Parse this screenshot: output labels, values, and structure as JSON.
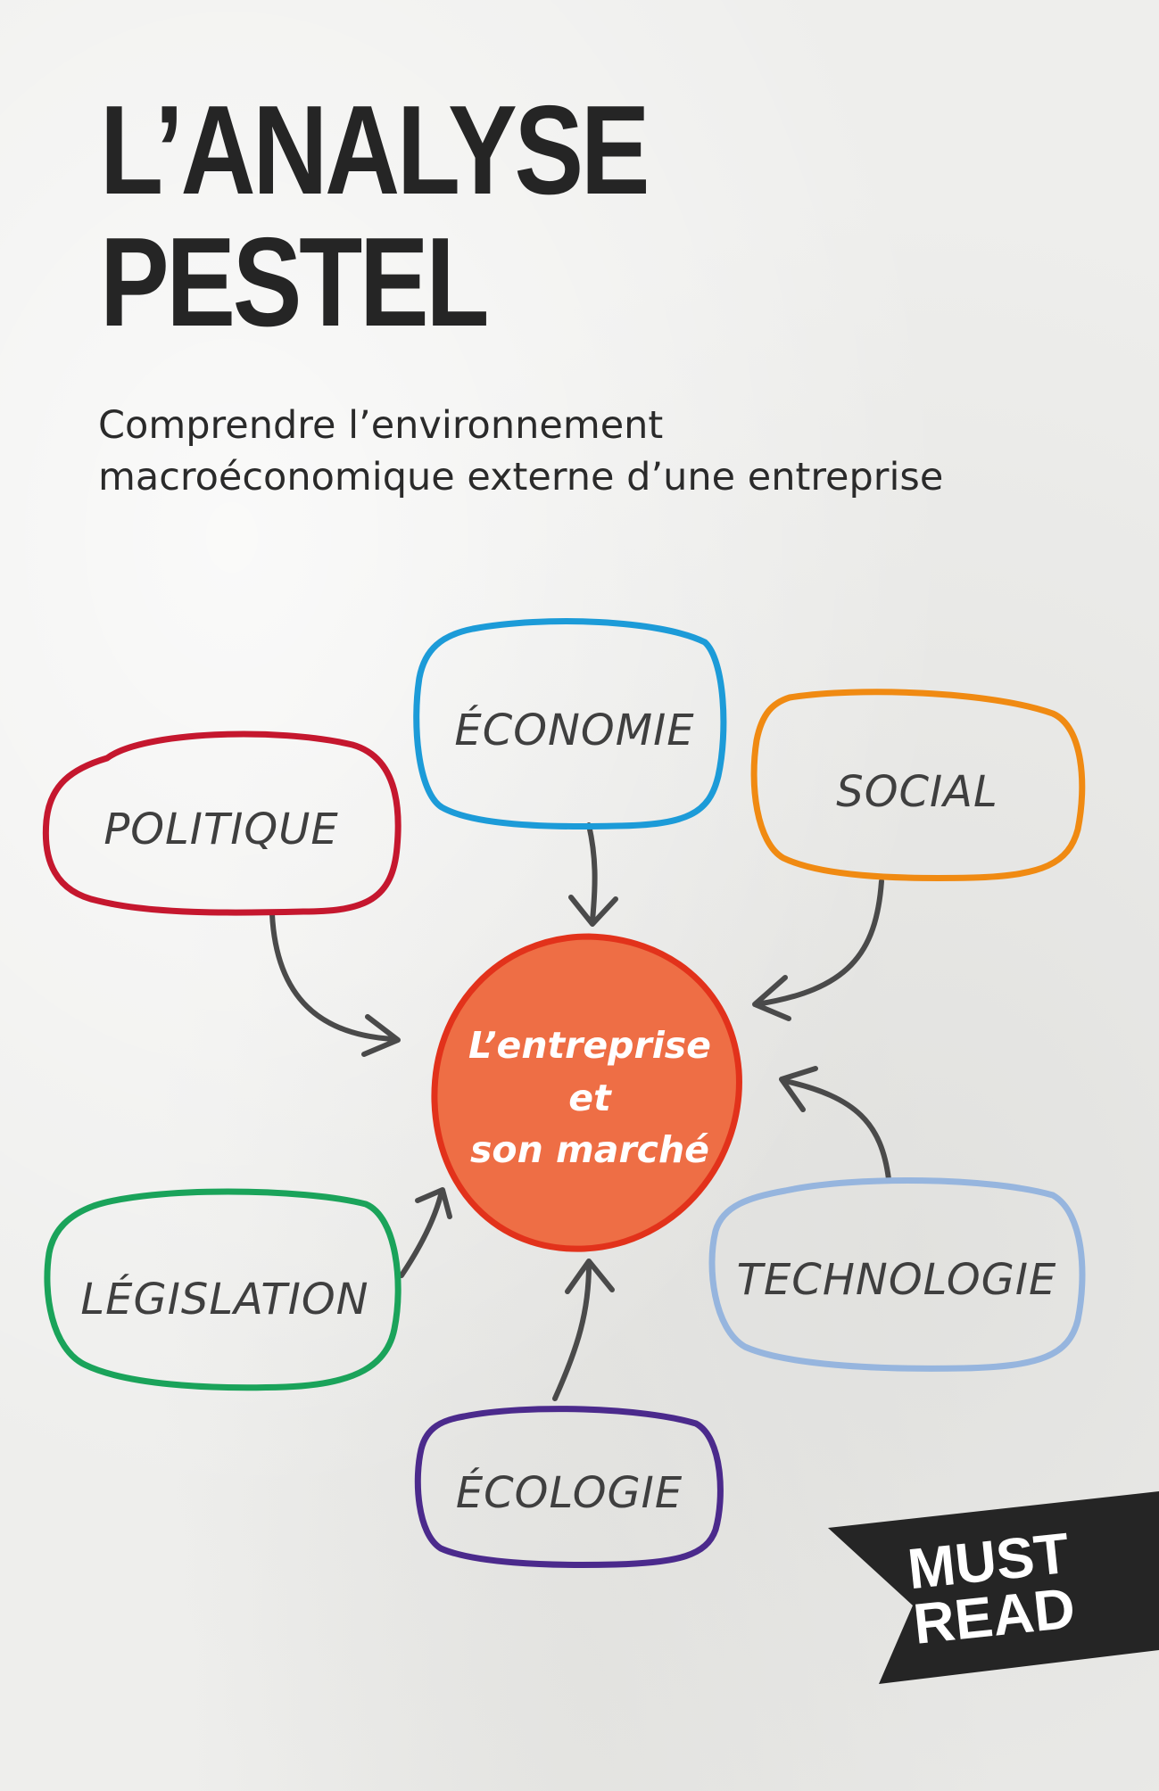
{
  "title": {
    "line1": "L’ANALYSE",
    "line2": "PESTEL"
  },
  "subtitle": {
    "line1": "Comprendre l’environnement",
    "line2": "macroéconomique externe d’une entreprise"
  },
  "diagram": {
    "center": {
      "line1": "L’entreprise",
      "line2": "et",
      "line3": "son marché",
      "color": "#ee6e45",
      "border": "#e2321b"
    },
    "nodes": [
      {
        "id": "politique",
        "label": "POLITIQUE",
        "color": "#c5172e"
      },
      {
        "id": "economie",
        "label": "ÉCONOMIE",
        "color": "#1c9bd8"
      },
      {
        "id": "social",
        "label": "SOCIAL",
        "color": "#f08a12"
      },
      {
        "id": "technologie",
        "label": "TECHNOLOGIE",
        "color": "#96b5de"
      },
      {
        "id": "ecologie",
        "label": "ÉCOLOGIE",
        "color": "#4b2a8c"
      },
      {
        "id": "legislation",
        "label": "LÉGISLATION",
        "color": "#1aa35a"
      }
    ],
    "arrow_color": "#4a4a4a"
  },
  "badge": {
    "line1": "MUST",
    "line2": "READ",
    "color": "#252525"
  }
}
